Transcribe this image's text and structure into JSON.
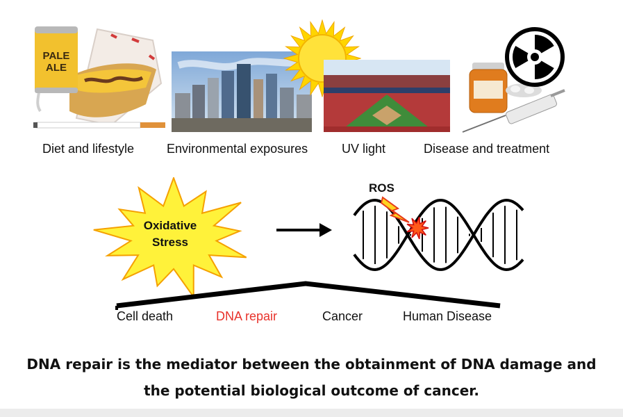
{
  "sources": {
    "diet": "Diet and lifestyle",
    "environment": "Environmental exposures",
    "uv": "UV light",
    "disease": "Disease and treatment"
  },
  "can_text": {
    "line1": "PALE",
    "line2": "ALE"
  },
  "stress": {
    "line1": "Oxidative",
    "line2": "Stress"
  },
  "ros_label": "ROS",
  "outcomes": {
    "cell_death": "Cell death",
    "dna_repair": "DNA repair",
    "cancer": "Cancer",
    "human_disease": "Human Disease"
  },
  "colors": {
    "dna_repair": "#e8322b",
    "star_fill": "#fff23a",
    "star_stroke": "#f5a000"
  },
  "caption": {
    "line1": "DNA repair is the mediator between the obtainment of DNA damage and",
    "line2": "the potential biological outcome of cancer."
  }
}
